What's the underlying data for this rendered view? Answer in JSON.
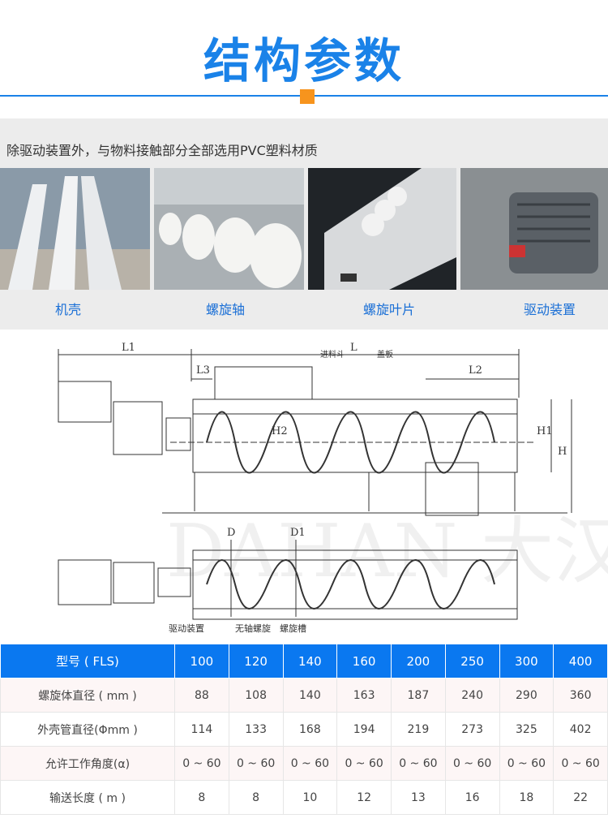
{
  "title": "结构参数",
  "intro": "除驱动装置外，与物料接触部分全部选用PVC塑料材质",
  "photos": [
    {
      "caption": "机壳"
    },
    {
      "caption": "螺旋轴"
    },
    {
      "caption": "螺旋叶片"
    },
    {
      "caption": "驱动装置"
    }
  ],
  "diagram": {
    "dims": {
      "L1": "L1",
      "L": "L",
      "L2": "L2",
      "L3": "L3",
      "H": "H",
      "H1": "H1",
      "H2": "H2",
      "D": "D",
      "D1": "D1"
    },
    "labels": {
      "hopper": "进料斗",
      "cover": "盖板",
      "drive": "驱动装置",
      "shaftless": "无轴螺旋",
      "trough": "螺旋槽"
    },
    "watermark": "DAHAN 大汉机械"
  },
  "table": {
    "header": [
      "型号 ( FLS)",
      "100",
      "120",
      "140",
      "160",
      "200",
      "250",
      "300",
      "400"
    ],
    "rows": [
      [
        "螺旋体直径 ( mm )",
        "88",
        "108",
        "140",
        "163",
        "187",
        "240",
        "290",
        "360"
      ],
      [
        "外壳管直径(Φmm )",
        "114",
        "133",
        "168",
        "194",
        "219",
        "273",
        "325",
        "402"
      ],
      [
        "允许工作角度(α)",
        "0 ~ 60",
        "0 ~ 60",
        "0 ~ 60",
        "0 ~ 60",
        "0 ~ 60",
        "0 ~ 60",
        "0 ~ 60",
        "0 ~ 60"
      ],
      [
        "输送长度 ( m )",
        "8",
        "8",
        "10",
        "12",
        "13",
        "16",
        "18",
        "22"
      ]
    ]
  },
  "colors": {
    "accent": "#1a82e8",
    "orange": "#f7941d",
    "header": "#0a78f0"
  }
}
